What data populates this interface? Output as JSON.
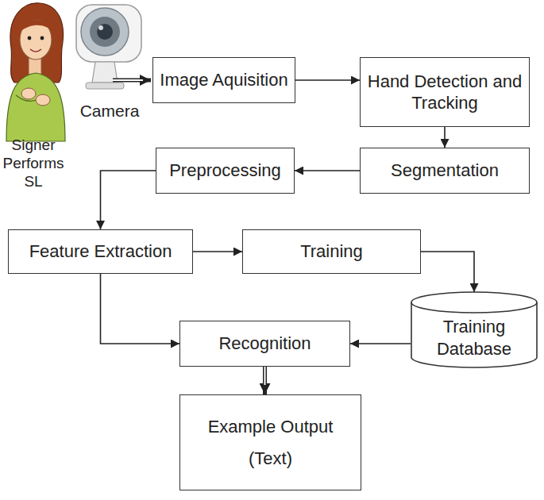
{
  "diagram": {
    "nodes": [
      {
        "text": [
          "Image Aquisition"
        ]
      },
      {
        "text": [
          "Hand Detection and Tracking"
        ]
      },
      {
        "text": [
          "Segmentation"
        ]
      },
      {
        "text": [
          "Preprocessing"
        ]
      },
      {
        "text": [
          "Feature Extraction"
        ]
      },
      {
        "text": [
          "Training"
        ]
      },
      {
        "text": [
          "Training Database"
        ]
      },
      {
        "text": [
          "Recognition"
        ]
      },
      {
        "text": [
          "Example Output",
          "(Text)"
        ]
      }
    ],
    "edges": [
      {
        "from": 0,
        "to": 1,
        "arrow": "to"
      },
      {
        "from": 1,
        "to": 2,
        "arrow": "to"
      },
      {
        "from": 2,
        "to": 3,
        "arrow": "to"
      },
      {
        "from": 3,
        "to": 4,
        "arrow": "to"
      },
      {
        "from": 4,
        "to": 5,
        "arrow": "to"
      },
      {
        "from": 5,
        "to": 6,
        "arrow": "to"
      },
      {
        "from": 4,
        "to": 7,
        "arrow": "to"
      },
      {
        "from": 6,
        "to": 7,
        "arrow": "to"
      },
      {
        "from": 7,
        "to": 8,
        "arrow": "to"
      }
    ],
    "labels": [
      "Camera",
      "Signer Performs SL"
    ]
  }
}
